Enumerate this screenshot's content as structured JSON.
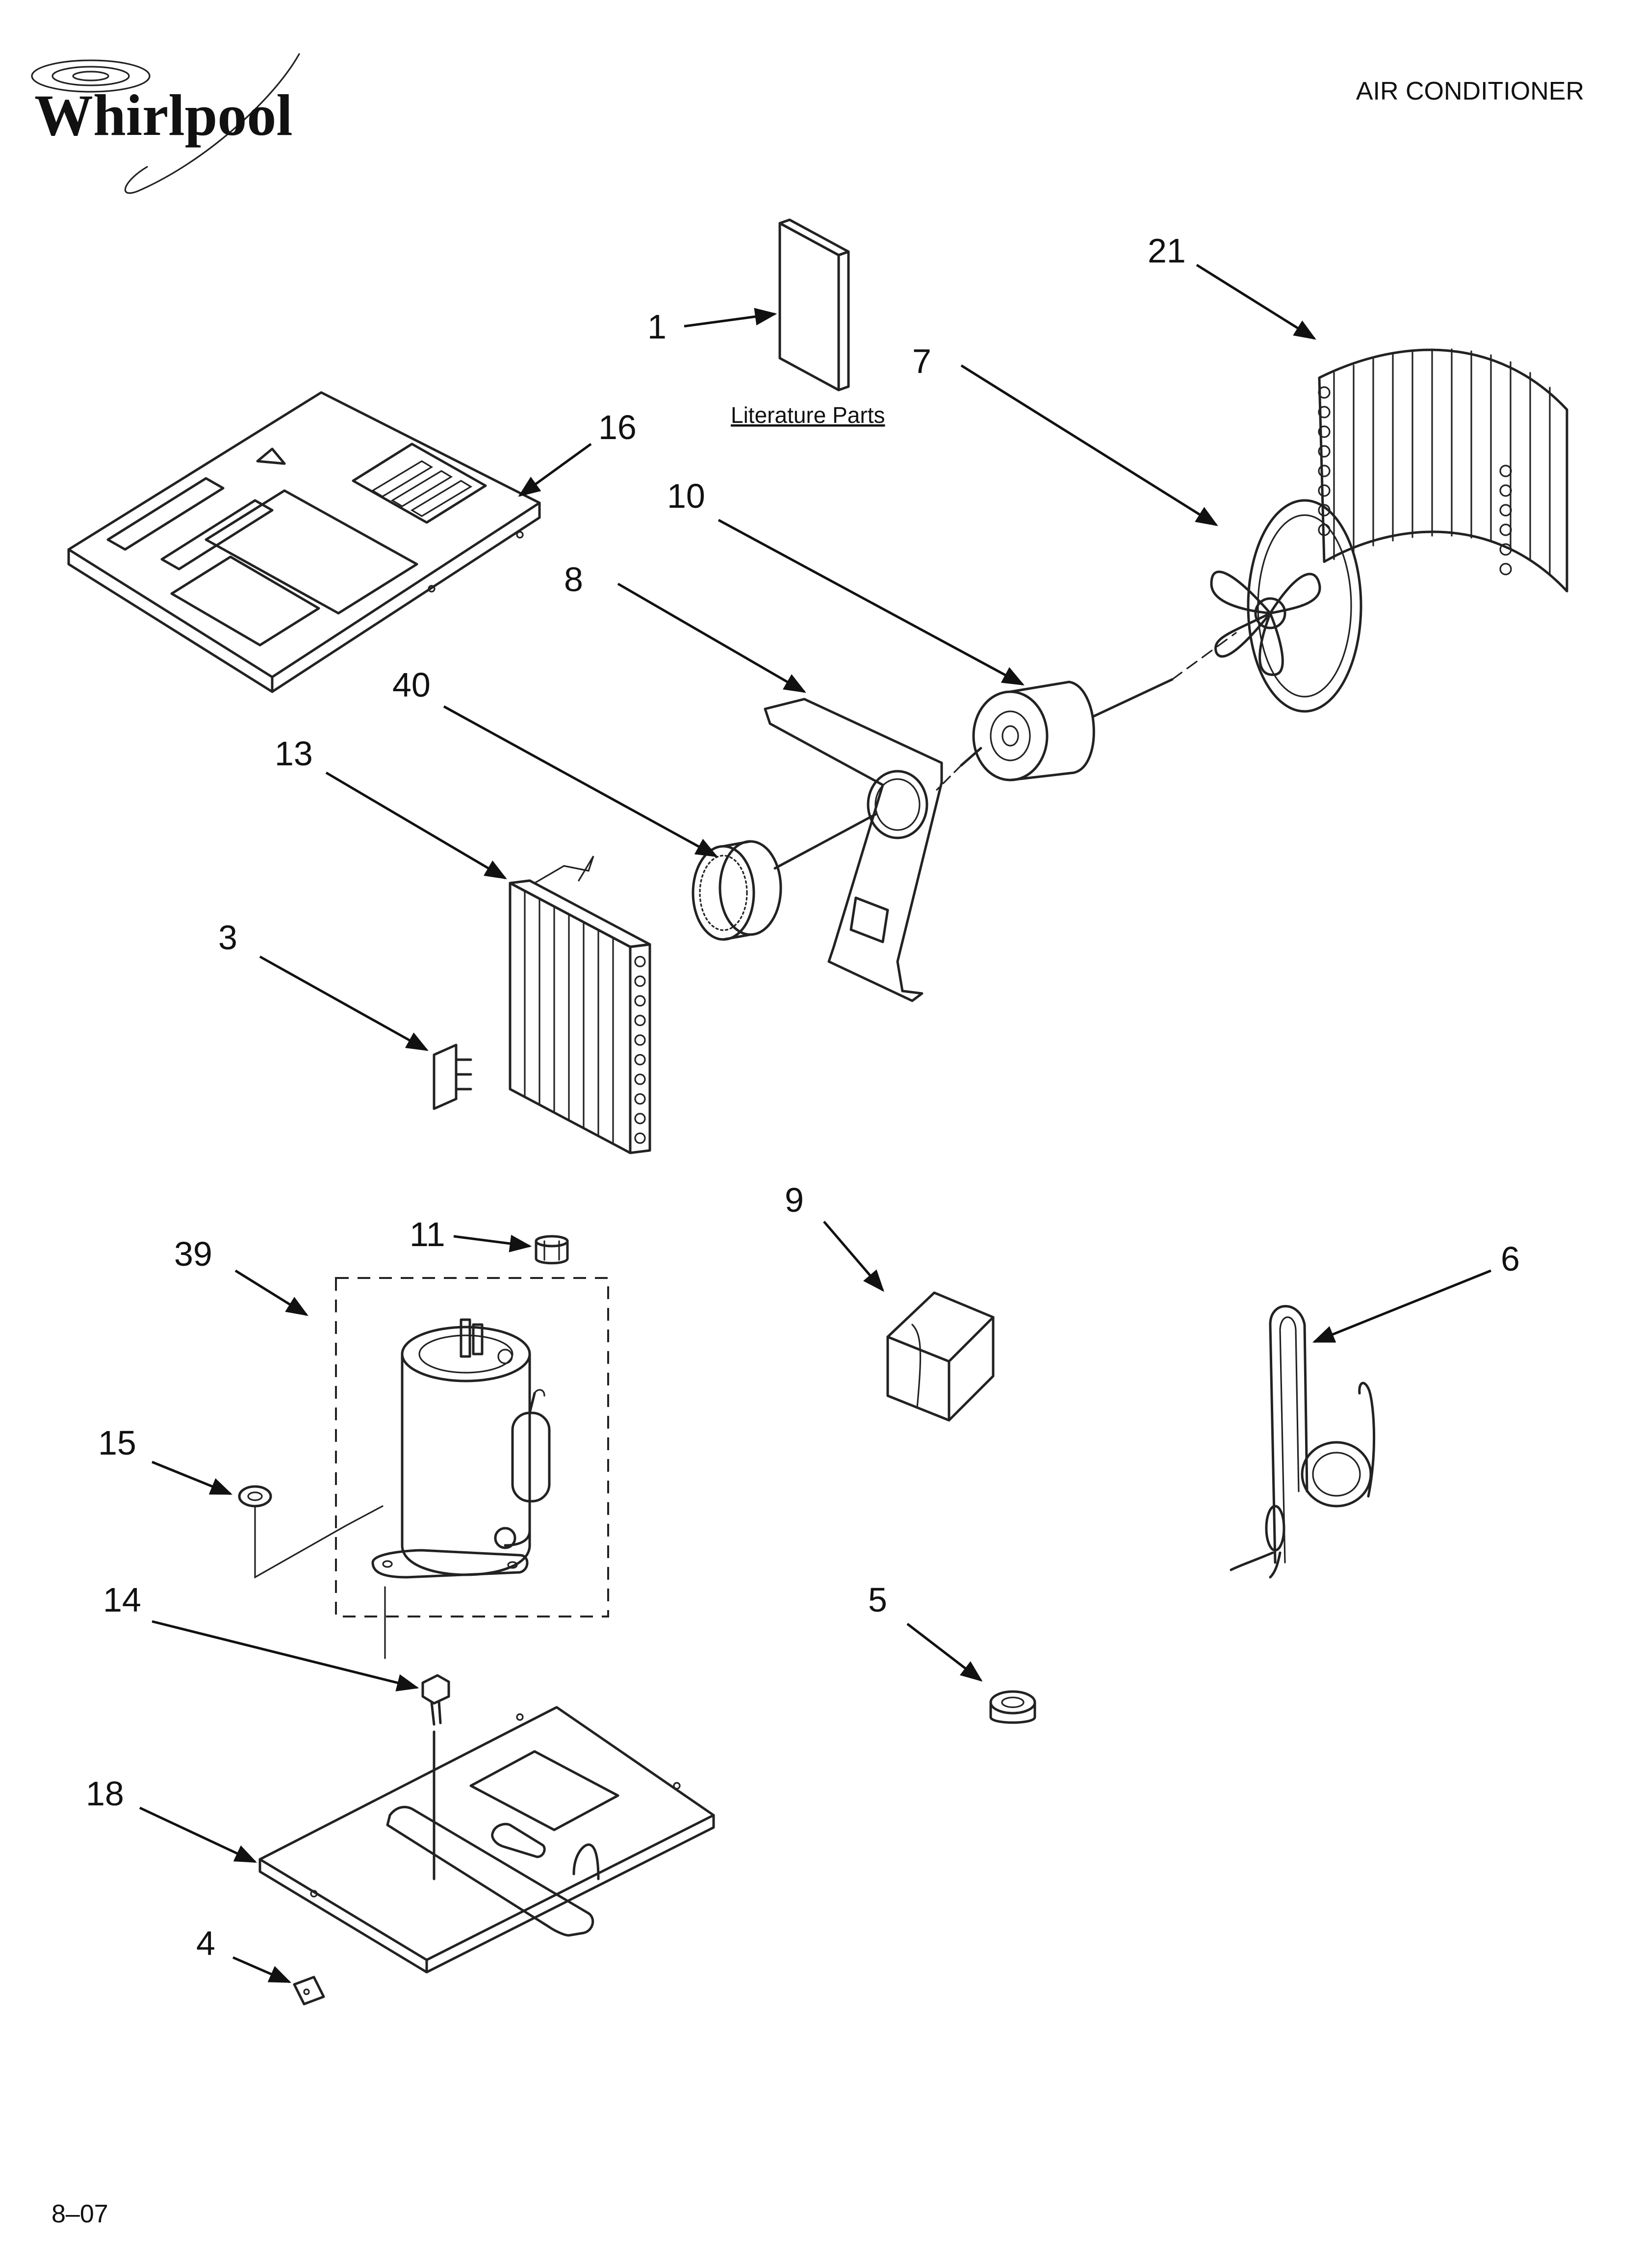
{
  "header": {
    "brand": "Whirlpool",
    "title": "AIR CONDITIONER"
  },
  "literature_label": "Literature Parts",
  "callouts": {
    "c1": "1",
    "c3": "3",
    "c4": "4",
    "c5": "5",
    "c6": "6",
    "c7": "7",
    "c8": "8",
    "c9": "9",
    "c10": "10",
    "c11": "11",
    "c13": "13",
    "c14": "14",
    "c15": "15",
    "c16": "16",
    "c18": "18",
    "c21": "21",
    "c39": "39",
    "c40": "40"
  },
  "footer": {
    "code": "8–07"
  },
  "colors": {
    "line": "#222222",
    "background": "#ffffff"
  }
}
